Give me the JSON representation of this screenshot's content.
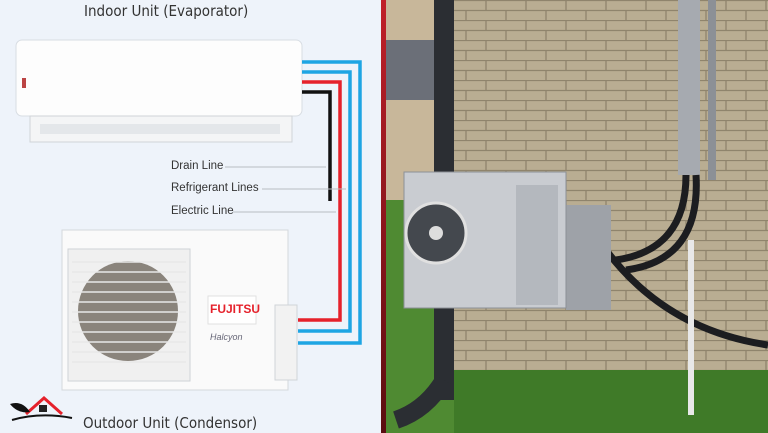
{
  "diagram": {
    "indoor_title": "Indoor Unit (Evaporator)",
    "outdoor_title": "Outdoor Unit (Condensor)",
    "labels": [
      "Drain Line",
      "Refrigerant Lines",
      "Electric Line"
    ],
    "brand": "FUJITSU",
    "model": "Halcyon",
    "colors": {
      "drain": "#111111",
      "electric": "#e5212b",
      "refrigerant": "#1ea5e3",
      "divider": "#c0202a"
    }
  }
}
